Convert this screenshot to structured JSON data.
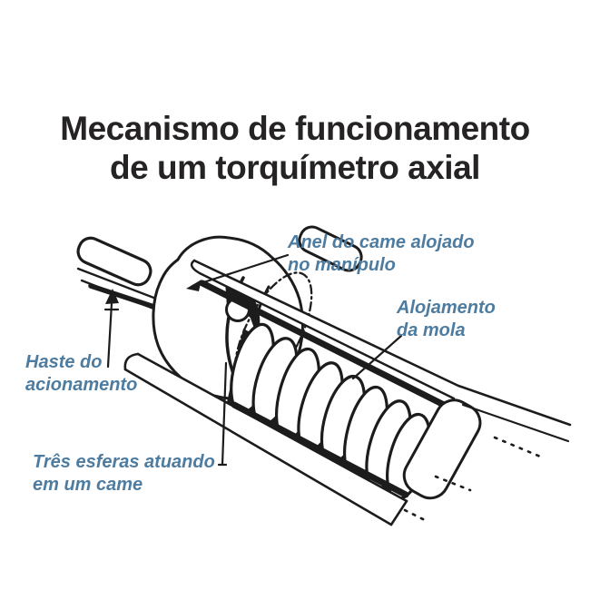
{
  "title": {
    "line1": "Mecanismo de funcionamento",
    "line2": "de um torquímetro axial"
  },
  "callouts": {
    "anel": {
      "line1": "Anel do came alojado",
      "line2": "no manípulo"
    },
    "alojamento": {
      "line1": "Alojamento",
      "line2": "da mola"
    },
    "haste": {
      "line1": "Haste do",
      "line2": "acionamento"
    },
    "esferas": {
      "line1": "Três esferas atuando",
      "line2": "em um came"
    }
  },
  "colors": {
    "callout_text": "#4d7ca0",
    "title_text": "#262324",
    "line_art": "#1c1c1c",
    "background": "#ffffff"
  }
}
